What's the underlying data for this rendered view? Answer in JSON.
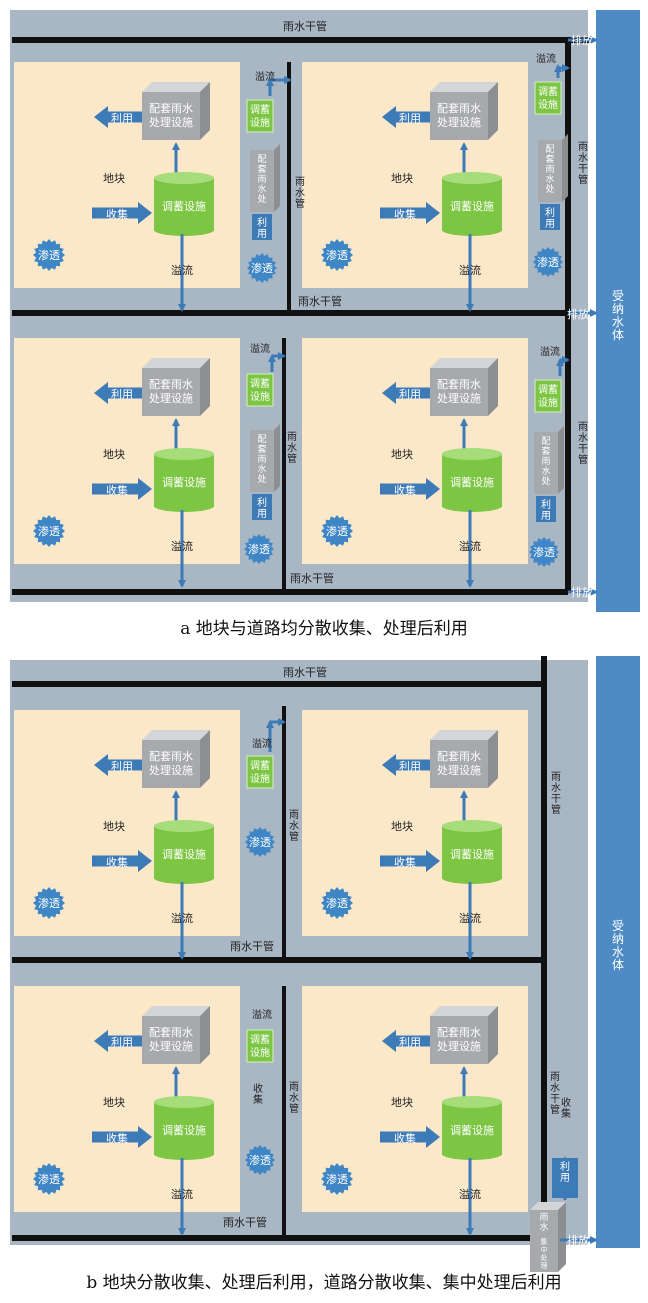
{
  "labels": {
    "main_pipe": "雨水干管",
    "discharge": "排放",
    "overflow": "溢流",
    "regulation": "调蓄设施",
    "regulation_short": "调蓄\n设施",
    "treatment": "配套雨水\n处理设施",
    "use": "利用",
    "plot": "地块",
    "collect": "收集",
    "infiltrate": "渗透",
    "pipe_vertical": "雨水管",
    "pipe_main_vertical": "雨水干管",
    "road_treatment": "配套雨水处理设施",
    "receiving_water": "受纳水体",
    "central_treatment": "雨水集中处理设施",
    "collect_vertical": "收集"
  },
  "caption_a": "a 地块与道路均分散收集、处理后利用",
  "caption_b": "b 地块分散收集、处理后利用，道路分散收集、集中处理后利用",
  "colors": {
    "road": "#a9b6c4",
    "block": "#fbe8c8",
    "water": "#4e8bc4",
    "pipe": "#111111",
    "arrow": "#3d7ab8",
    "green": "#7cc644",
    "gray_box": "#a7a9ac",
    "badge": "#3f86c6"
  }
}
